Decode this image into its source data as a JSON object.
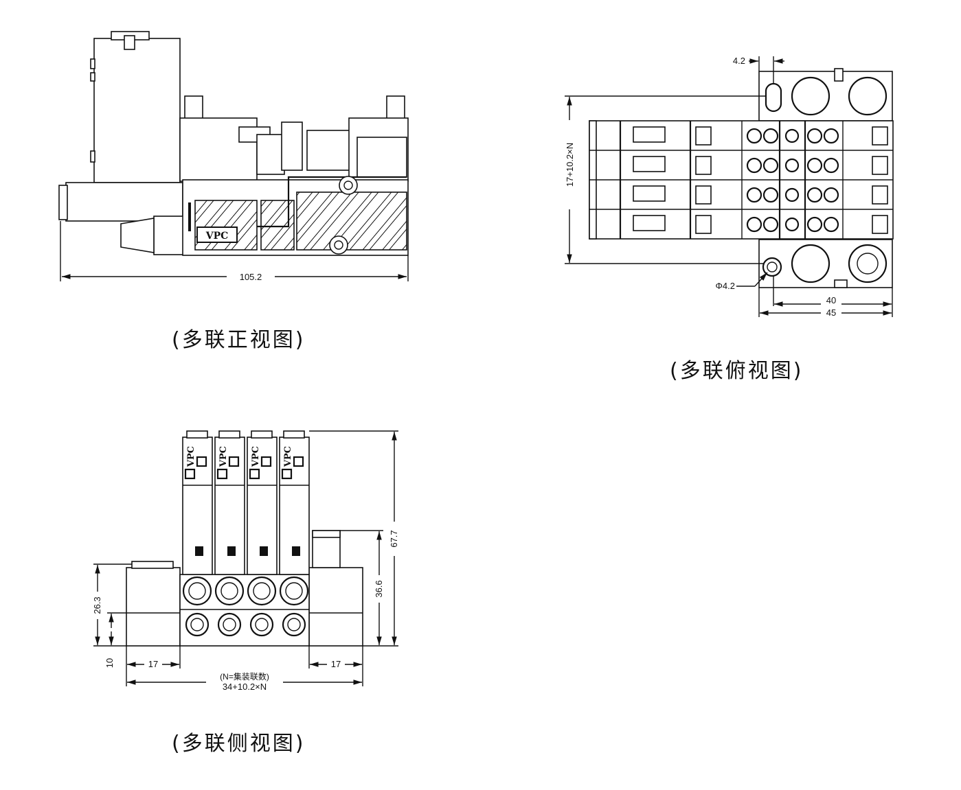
{
  "captions": {
    "front": "(多联正视图)",
    "top": "(多联俯视图)",
    "side": "(多联侧视图)"
  },
  "front_view": {
    "width_dim": "105.2",
    "brand": "VPC"
  },
  "top_view": {
    "offset_dim": "4.2",
    "height_dim": "17+10.2×N",
    "hole_dim": "Φ4.2",
    "inner_width": "40",
    "outer_width": "45"
  },
  "side_view": {
    "brand": "VPC",
    "total_height": "67.7",
    "fitting_height": "36.6",
    "block_height": "26.3",
    "base_height": "10",
    "left_margin": "17",
    "right_margin": "17",
    "note": "(N=集装联数)",
    "formula": "34+10.2×N"
  }
}
